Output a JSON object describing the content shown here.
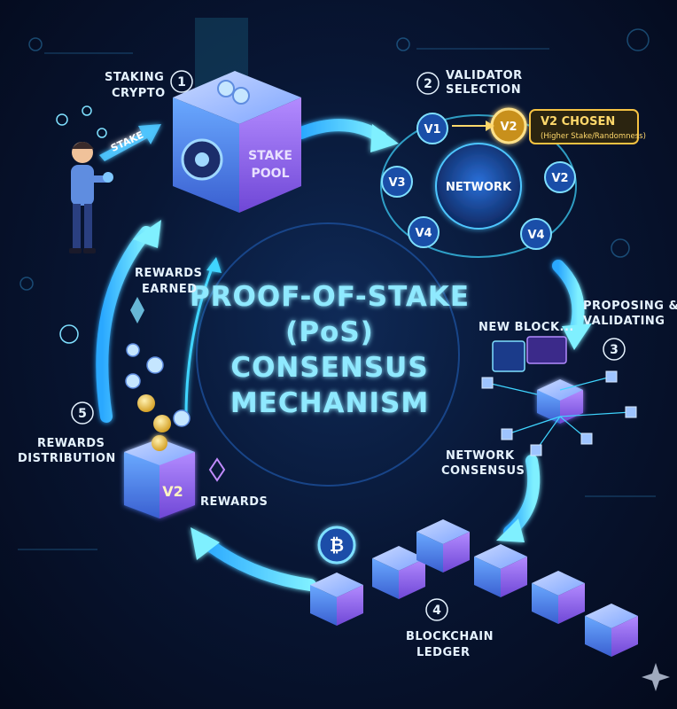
{
  "title": {
    "line1": "PROOF-OF-STAKE",
    "line2": "(PoS)",
    "line3": "CONSENSUS",
    "line4": "MECHANISM"
  },
  "steps": [
    {
      "num": "1",
      "line1": "STAKING",
      "line2": "CRYPTO"
    },
    {
      "num": "2",
      "line1": "VALIDATOR",
      "line2": "SELECTION"
    },
    {
      "num": "3",
      "line1": "PROPOSING &",
      "line2": "VALIDATING"
    },
    {
      "num": "4",
      "line1": "BLOCKCHAIN",
      "line2": "LEDGER"
    },
    {
      "num": "5",
      "line1": "REWARDS",
      "line2": "DISTRIBUTION"
    }
  ],
  "labels": {
    "stake": "STAKE",
    "stake_pool_1": "STAKE",
    "stake_pool_2": "POOL",
    "network": "NETWORK",
    "v2_chosen": "V2 CHOSEN",
    "v2_chosen_note": "(Higher Stake/Randomness)",
    "new_block": "NEW BLOCK...",
    "network_consensus_1": "NETWORK",
    "network_consensus_2": "CONSENSUS",
    "rewards_earned_1": "REWARDS",
    "rewards_earned_2": "EARNED",
    "rewards": "REWARDS",
    "reward_box": "V2"
  },
  "validators": [
    "V1",
    "V2",
    "V2",
    "V3",
    "V4",
    "V4"
  ],
  "colors": {
    "accent": "#3fd5ff",
    "gold": "#f5c242",
    "purple": "#a77bff",
    "background": "#081634"
  }
}
